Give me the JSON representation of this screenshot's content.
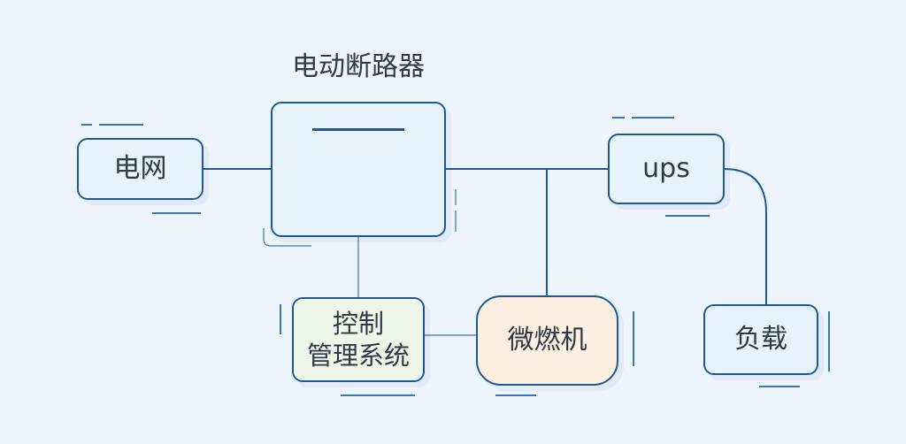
{
  "diagram": {
    "nodes": {
      "grid": {
        "label": "电网"
      },
      "breaker": {
        "label": "电动断路器"
      },
      "ups": {
        "label": "ups"
      },
      "control": {
        "label_line1": "控制",
        "label_line2": "管理系统"
      },
      "microturbine": {
        "label": "微燃机"
      },
      "load": {
        "label": "负载"
      }
    },
    "colors": {
      "background": "#edf4fc",
      "line": "#1d5a93",
      "node_fill": "#e7f3fc",
      "control_fill": "#eef6ea",
      "microturbine_fill": "#fdeee2"
    }
  }
}
